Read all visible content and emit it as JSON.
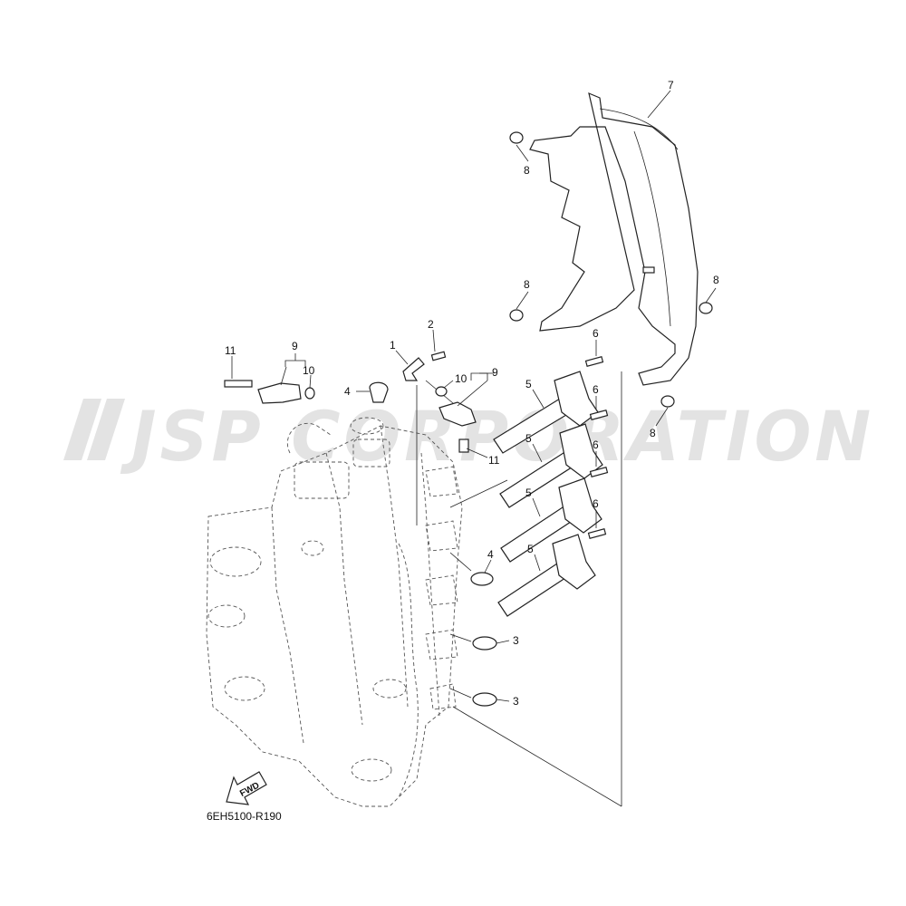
{
  "watermark": {
    "text": "JSP CORPORATION"
  },
  "diagram_code": "6EH5100-R190",
  "fwd_label": "FWD",
  "callouts": {
    "c1": "1",
    "c2": "2",
    "c3a": "3",
    "c3b": "3",
    "c4a": "4",
    "c4b": "4",
    "c5a": "5",
    "c5b": "5",
    "c5c": "5",
    "c5d": "5",
    "c6a": "6",
    "c6b": "6",
    "c6c": "6",
    "c6d": "6",
    "c7": "7",
    "c8a": "8",
    "c8b": "8",
    "c8c": "8",
    "c8d": "8",
    "c9a": "9",
    "c9b": "9",
    "c10a": "10",
    "c10b": "10",
    "c11a": "11",
    "c11b": "11"
  }
}
